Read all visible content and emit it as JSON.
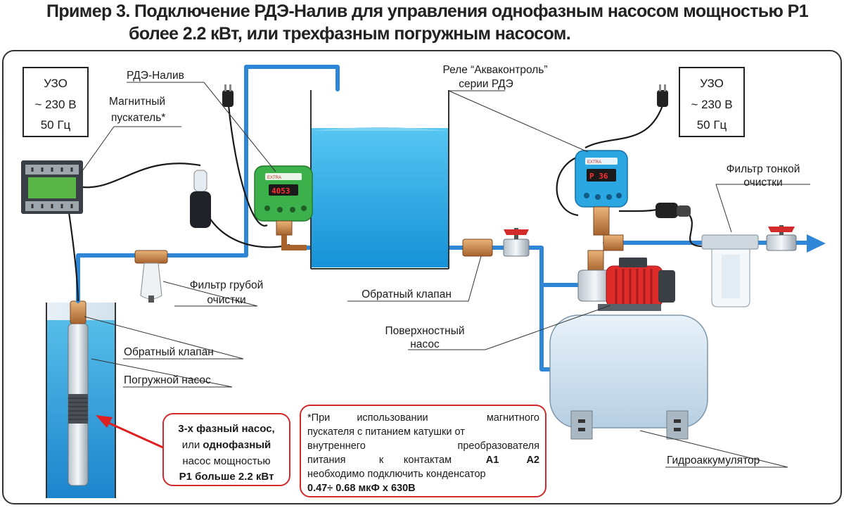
{
  "title": {
    "line1": "Пример 3. Подключение РДЭ-Налив для управления однофазным насосом мощностью Р1",
    "line2": "более 2.2 кВт, или трехфазным погружным насосом."
  },
  "uzo_left": {
    "line1": "УЗО",
    "line2": "~ 230 В",
    "line3": "50 Гц"
  },
  "uzo_right": {
    "line1": "УЗО",
    "line2": "~ 230 В",
    "line3": "50 Гц"
  },
  "labels": {
    "rde_naliv": "РДЭ-Налив",
    "magnetic_starter_1": "Магнитный",
    "magnetic_starter_2": "пускатель*",
    "relay_1": "Реле “Акваконтроль”",
    "relay_2": "серии РДЭ",
    "fine_filter_1": "Фильтр тонкой",
    "fine_filter_2": "очистки",
    "coarse_filter_1": "Фильтр грубой",
    "coarse_filter_2": "очистки",
    "check_valve_middle": "Обратный клапан",
    "check_valve_well": "Обратный клапан",
    "surface_pump_1": "Поверхностный",
    "surface_pump_2": "насос",
    "submersible_pump": "Погружной насос",
    "hydro_accumulator": "Гидроаккумулятор"
  },
  "pump_note": {
    "line1_bold": "3-х фазный насос,",
    "line2_pre": "или ",
    "line2_bold": "однофазный",
    "line3": "насос мощностью",
    "line4_bold": "Р1 больше 2.2 кВт"
  },
  "footnote": {
    "l1a": "*При",
    "l1b": "использовании",
    "l1c": "магнитного",
    "l2": "пускателя с питанием катушки от",
    "l3a": "внутреннего",
    "l3b": "преобразователя",
    "l4a": "питания",
    "l4b": "к",
    "l4c": "контактам",
    "l4d": "А1",
    "l4e": "А2",
    "l5": "необходимо подключить конденсатор",
    "l6": "0.47÷ 0.68 мкФ х 630В"
  },
  "devices": {
    "naliv_display": "4053",
    "relay_display": "P 36",
    "brand": "EXTRA"
  },
  "colors": {
    "pipe": "#2f86d6",
    "water": "#3db4ee",
    "device_green": "#3cb04a",
    "device_blue": "#2aa6e0",
    "pump_red": "#e02b2b",
    "callout_red": "#d22a2a",
    "frame": "#333333"
  }
}
